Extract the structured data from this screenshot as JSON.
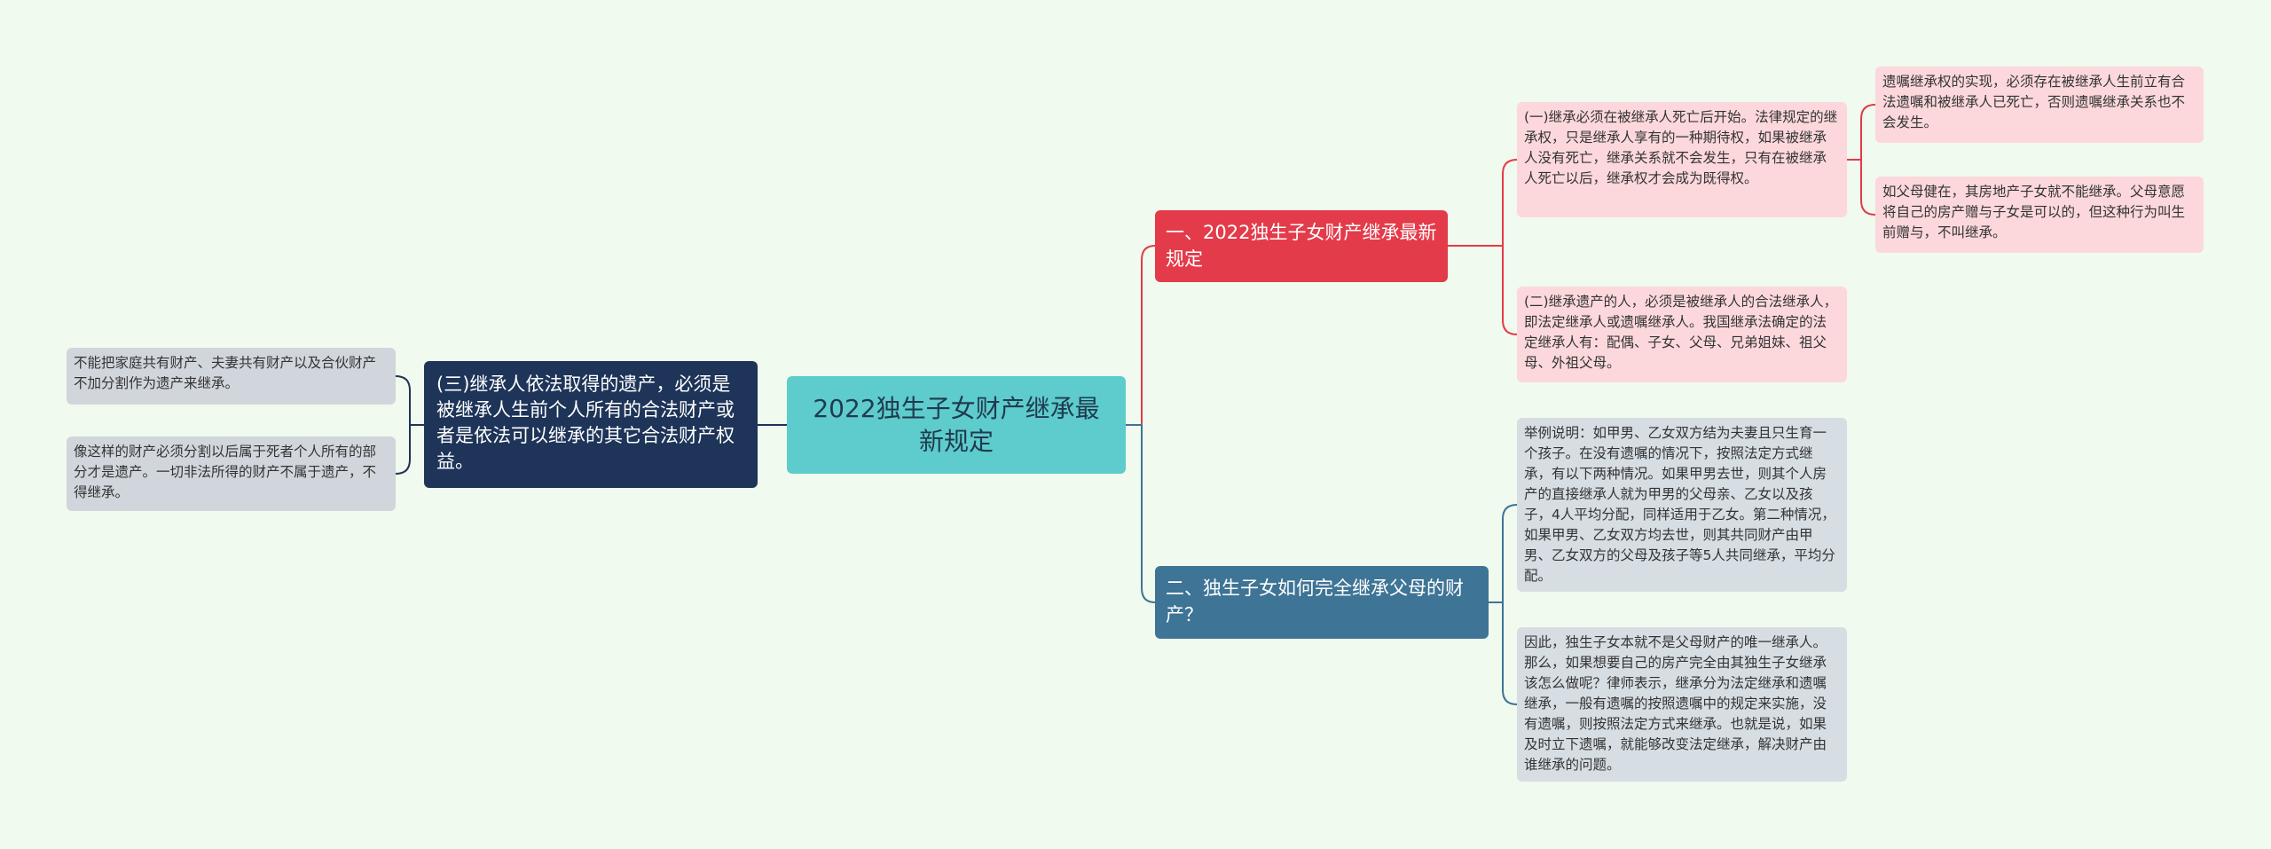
{
  "colors": {
    "background": "#f0faee",
    "root": "#5ecbcd",
    "dark_branch": "#1e3458",
    "red_branch": "#e33b4a",
    "blue_branch": "#3e7495",
    "pink_leaf": "#fcd8dc",
    "grey_leaf": "#d6dde3",
    "link_red": "#e33b4a",
    "link_blue": "#3e7495",
    "link_dark": "#1e3458"
  },
  "mindmap": {
    "root": "2022独生子女财产继承最新规定",
    "left_branch": {
      "label": "(三)继承人依法取得的遗产，必须是被继承人生前个人所有的合法财产或者是依法可以继承的其它合法财产权益。",
      "leaves": [
        "不能把家庭共有财产、夫妻共有财产以及合伙财产不加分割作为遗产来继承。",
        "像这样的财产必须分割以后属于死者个人所有的部分才是遗产。一切非法所得的财产不属于遗产，不得继承。"
      ]
    },
    "branch1": {
      "label": "一、2022独生子女财产继承最新规定",
      "sub1": {
        "text": "(一)继承必须在被继承人死亡后开始。法律规定的继承权，只是继承人享有的一种期待权，如果被继承人没有死亡，继承关系就不会发生，只有在被继承人死亡以后，继承权才会成为既得权。",
        "children": [
          "遗嘱继承权的实现，必须存在被继承人生前立有合法遗嘱和被继承人已死亡，否则遗嘱继承关系也不会发生。",
          "如父母健在，其房地产子女就不能继承。父母意愿将自己的房产赠与子女是可以的，但这种行为叫生前赠与，不叫继承。"
        ]
      },
      "sub2": {
        "text": "(二)继承遗产的人，必须是被继承人的合法继承人，即法定继承人或遗嘱继承人。我国继承法确定的法定继承人有：配偶、子女、父母、兄弟姐妹、祖父母、外祖父母。"
      }
    },
    "branch2": {
      "label": "二、独生子女如何完全继承父母的财产？",
      "leaves": [
        "举例说明：如甲男、乙女双方结为夫妻且只生育一个孩子。在没有遗嘱的情况下，按照法定方式继承，有以下两种情况。如果甲男去世，则其个人房产的直接继承人就为甲男的父母亲、乙女以及孩子，4人平均分配，同样适用于乙女。第二种情况，如果甲男、乙女双方均去世，则其共同财产由甲男、乙女双方的父母及孩子等5人共同继承，平均分配。",
        "因此，独生子女本就不是父母财产的唯一继承人。那么，如果想要自己的房产完全由其独生子女继承该怎么做呢？律师表示，继承分为法定继承和遗嘱继承，一般有遗嘱的按照遗嘱中的规定来实施，没有遗嘱，则按照法定方式来继承。也就是说，如果及时立下遗嘱，就能够改变法定继承，解决财产由谁继承的问题。"
      ]
    }
  }
}
